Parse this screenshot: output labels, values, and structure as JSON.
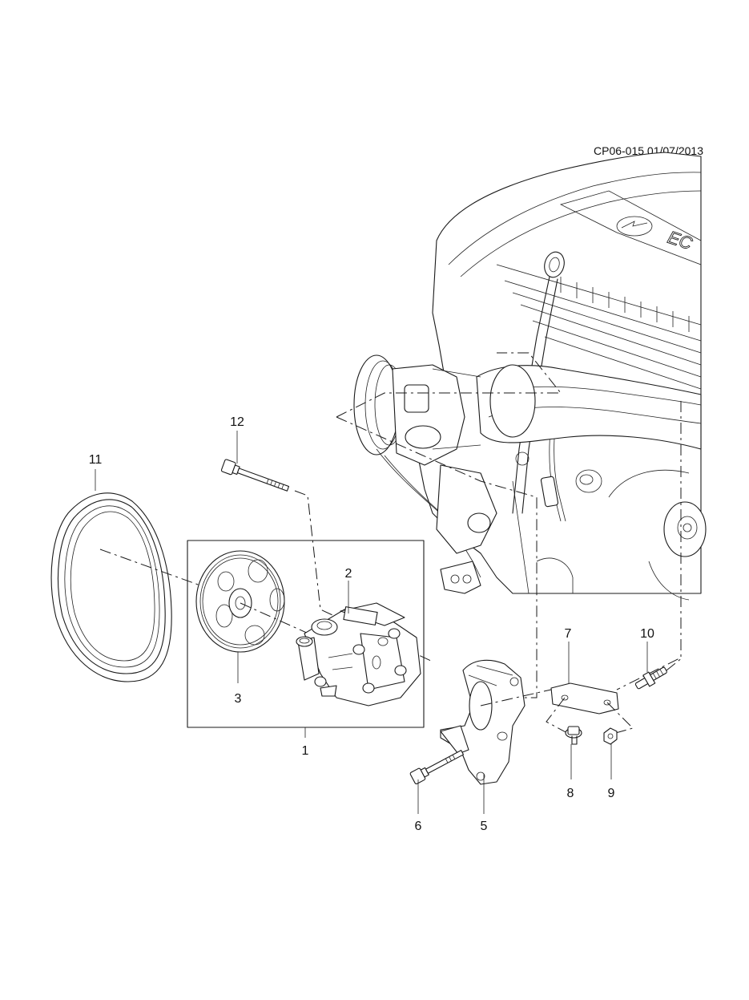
{
  "reference": "CP06-015 01/07/2013",
  "engine_badge": "EC",
  "callouts": [
    {
      "id": "1",
      "label": "1"
    },
    {
      "id": "2",
      "label": "2"
    },
    {
      "id": "3",
      "label": "3"
    },
    {
      "id": "5",
      "label": "5"
    },
    {
      "id": "6",
      "label": "6"
    },
    {
      "id": "7",
      "label": "7"
    },
    {
      "id": "8",
      "label": "8"
    },
    {
      "id": "9",
      "label": "9"
    },
    {
      "id": "10",
      "label": "10"
    },
    {
      "id": "11",
      "label": "11"
    },
    {
      "id": "12",
      "label": "12"
    }
  ]
}
